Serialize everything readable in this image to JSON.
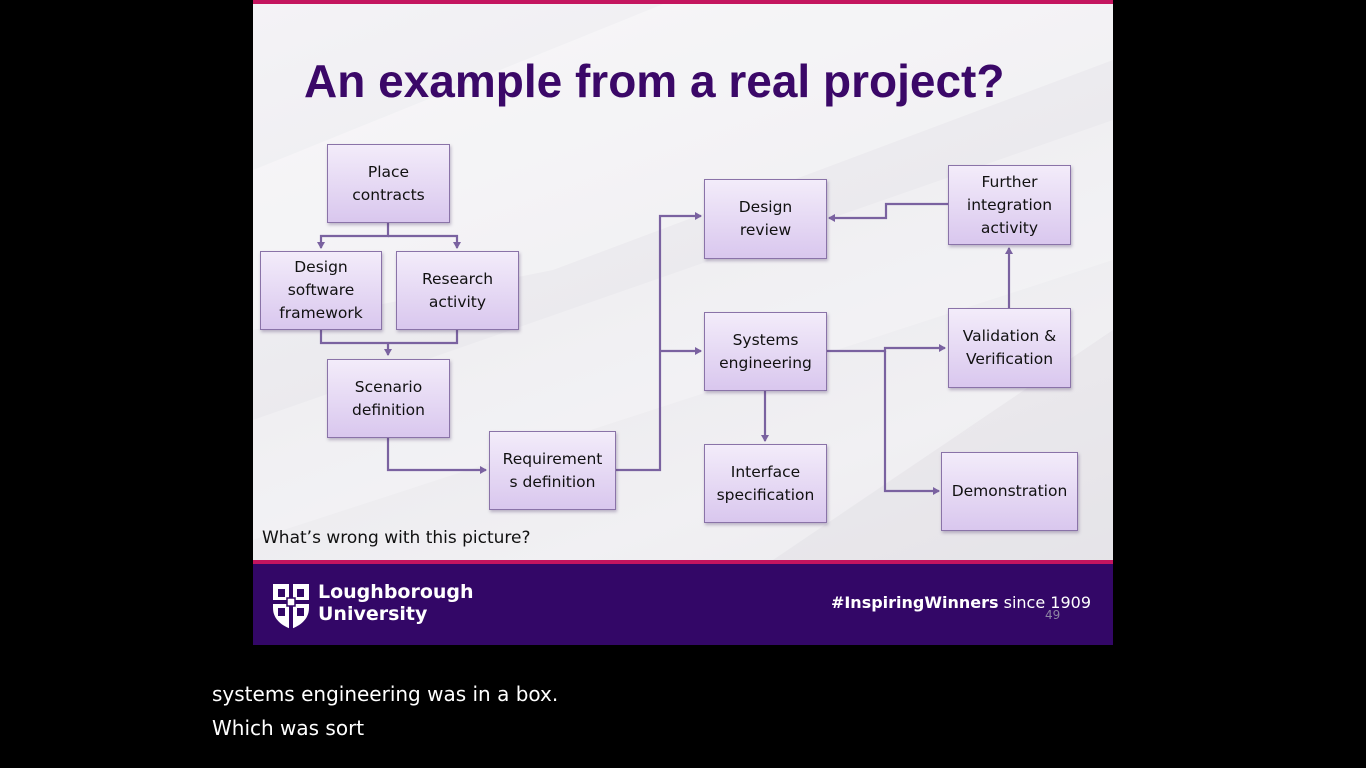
{
  "slide": {
    "title": "An example from a real project?",
    "caption": "What’s wrong with this picture?",
    "boxes": {
      "place_contracts": "Place\ncontracts",
      "design_software_framework": "Design\nsoftware\nframework",
      "research_activity": "Research\nactivity",
      "scenario_definition": "Scenario\ndefinition",
      "requirements_definition": "Requirement\ns definition",
      "design_review": "Design\nreview",
      "systems_engineering": "Systems\nengineering",
      "interface_specification": "Interface\nspecification",
      "further_integration_activity": "Further\nintegration\nactivity",
      "validation_verification": "Validation &\nVerification",
      "demonstration": "Demonstration"
    },
    "footer": {
      "university_line1": "Loughborough",
      "university_line2": "University",
      "hashtag": "#InspiringWinners",
      "since": " since 1909",
      "slide_number": "49"
    }
  },
  "subtitles": {
    "line1": "systems engineering was in a box.",
    "line2": "Which was sort"
  },
  "colors": {
    "title": "#3b0868",
    "accent_rule": "#c4155f",
    "footer_bg": "#330767",
    "box_border": "#8a73a8",
    "connector": "#7a62a0"
  },
  "icons": {
    "crest": "university-crest-icon"
  }
}
